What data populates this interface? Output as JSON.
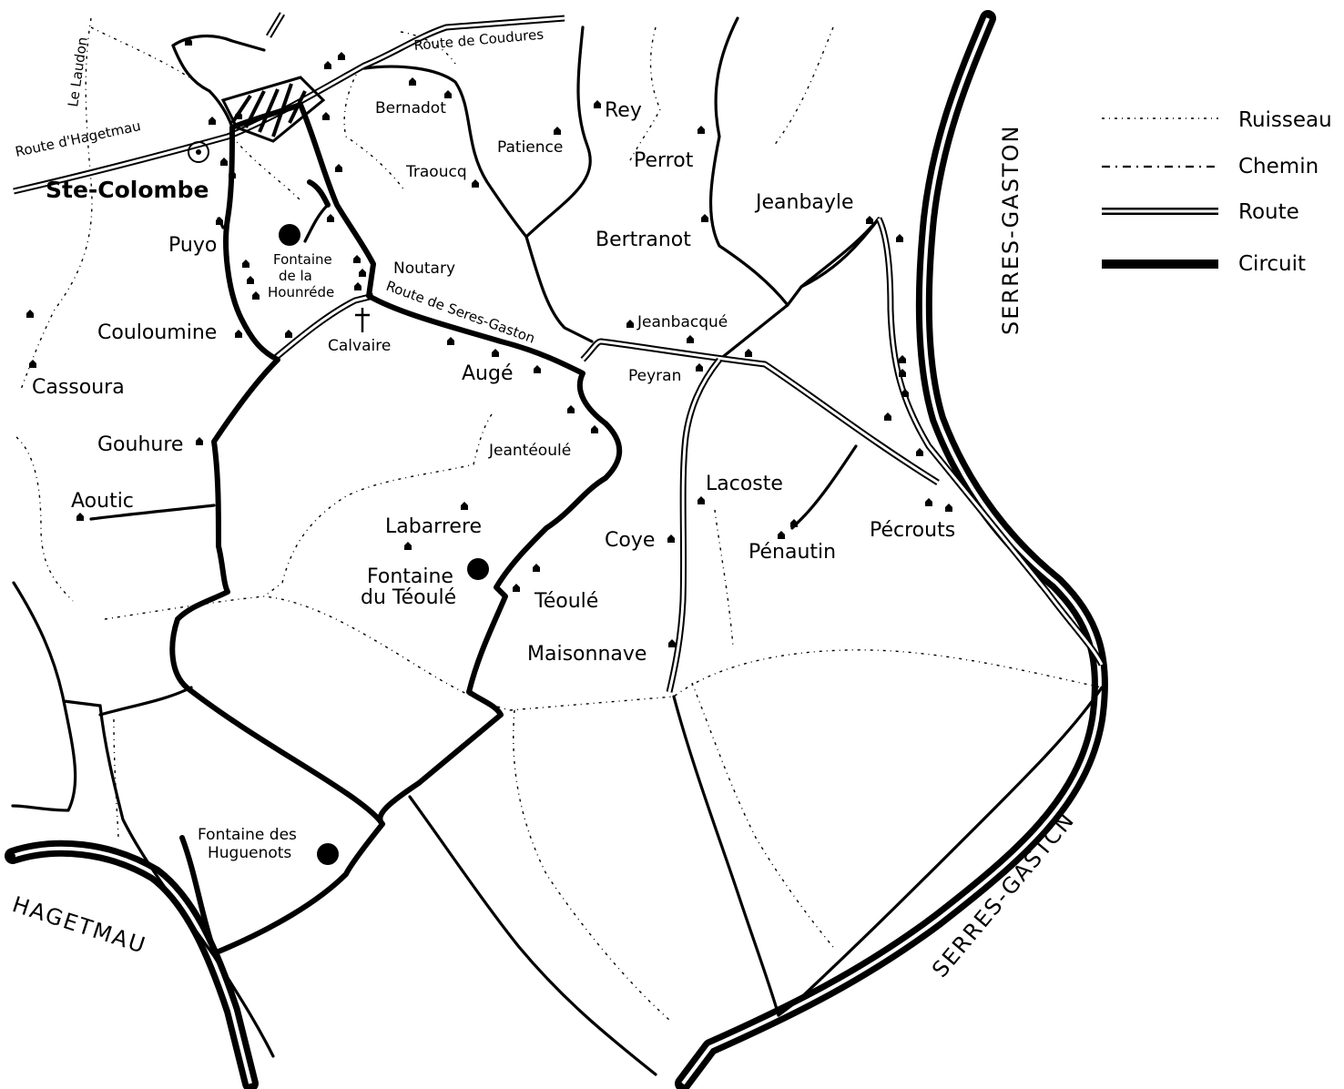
{
  "legend": {
    "ruisseau": "Ruisseau",
    "chemin": "Chemin",
    "route": "Route",
    "circuit": "Circuit"
  },
  "places": {
    "ste_colombe": "Ste-Colombe",
    "puyo": "Puyo",
    "couloumine": "Couloumine",
    "cassoura": "Cassoura",
    "gouhure": "Gouhure",
    "aoutic": "Aoutic",
    "bernadot": "Bernadot",
    "traoucq": "Traoucq",
    "patience": "Patience",
    "rey": "Rey",
    "perrot": "Perrot",
    "bertranot": "Bertranot",
    "jeanbayle": "Jeanbayle",
    "noutary": "Noutary",
    "calvaire": "Calvaire",
    "auge": "Augé",
    "jeanbacque": "Jeanbacqué",
    "peyran": "Peyran",
    "jeanteoule": "Jeantéoulé",
    "labarrere": "Labarrere",
    "lacoste": "Lacoste",
    "coye": "Coye",
    "penautin": "Pénautin",
    "pecrouts": "Pécrouts",
    "teoule": "Téoulé",
    "maisonnave": "Maisonnave"
  },
  "fountains": {
    "hounrede_1": "Fontaine",
    "hounrede_2": "de la",
    "hounrede_3": "Hounréde",
    "teoule_1": "Fontaine",
    "teoule_2": "du Téoulé",
    "huguenots_1": "Fontaine des",
    "huguenots_2": "Huguenots"
  },
  "roads": {
    "coudures": "Route de Coudures",
    "hagetmau": "Route d'Hagetmau",
    "seres_gaston": "Route de Seres-Gaston"
  },
  "streams": {
    "laudon": "Le Laudon"
  },
  "regions": {
    "serres_gaston_east": "SERRES-GASTON",
    "serres_gaston_south": "SERRES-GASTCN",
    "hagetmau": "HAGETMAU"
  },
  "colors": {
    "ink": "#000000",
    "paper": "#ffffff"
  }
}
